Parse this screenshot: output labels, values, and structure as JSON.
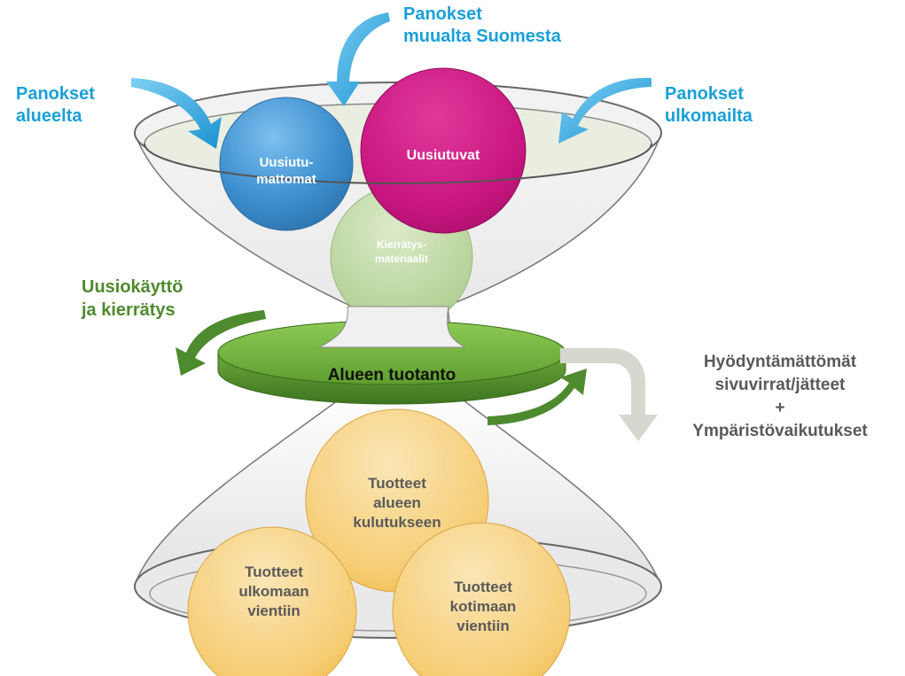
{
  "inputs": {
    "region": [
      "Panokset",
      "alueelta"
    ],
    "finland": [
      "Panokset",
      "muualta Suomesta"
    ],
    "abroad": [
      "Panokset",
      "ulkomailta"
    ]
  },
  "bubbles_top": {
    "nonrenewable": [
      "Uusiutu-",
      "mattomat"
    ],
    "renewable": [
      "Uusiutuvat"
    ],
    "recycled": [
      "Kierrätys-",
      "materiaalit"
    ]
  },
  "reuse": [
    "Uusiokäyttö",
    "ja kierrätys"
  ],
  "production": "Alueen tuotanto",
  "side_output": [
    "Hyödyntämättömät",
    "sivuvirrat/jätteet",
    "+",
    "Ympäristövaikutukset"
  ],
  "bubbles_bottom": {
    "regional": [
      "Tuotteet",
      "alueen",
      "kulutukseen"
    ],
    "export": [
      "Tuotteet",
      "ulkomaan",
      "vientiin"
    ],
    "domestic": [
      "Tuotteet",
      "kotimaan",
      "vientiin"
    ]
  },
  "colors": {
    "input_blue": "#1aa0d8",
    "green_text": "#4e8a2e",
    "gray_text": "#595959",
    "disc_green": "#70b43c",
    "bubble_blue": "#3d8fcf",
    "bubble_magenta": "#c7157f",
    "bubble_lightgreen": "#b7d39b",
    "bubble_orange": "#f6c868"
  }
}
